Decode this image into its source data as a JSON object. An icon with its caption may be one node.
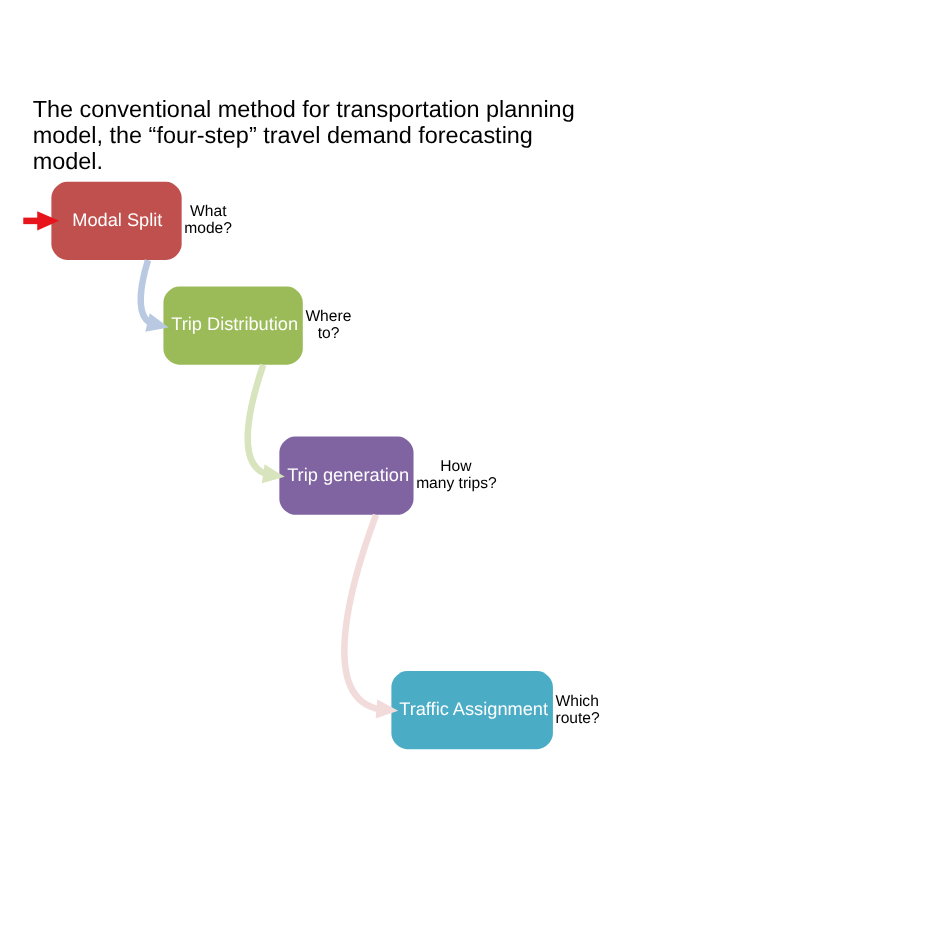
{
  "diagram": {
    "title": "The conventional method for transportation planning model, the “four-step” travel demand forecasting model.",
    "nodes": [
      {
        "text": [
          "Modal Split"
        ],
        "beside": [
          "What mode?"
        ]
      },
      {
        "text": [
          "Trip Distribution"
        ],
        "beside": [
          "Where to?"
        ]
      },
      {
        "text": [
          "Trip generation"
        ],
        "beside": [
          "How many trips?"
        ]
      },
      {
        "text": [
          "Traffic Assignment"
        ],
        "beside": [
          "Which route?"
        ]
      }
    ],
    "edges": [
      {
        "from": null,
        "to": 0,
        "arrow": "to",
        "color": "#e8141b"
      },
      {
        "from": 0,
        "to": 1,
        "arrow": "to",
        "color": "#b9c9e2"
      },
      {
        "from": 1,
        "to": 2,
        "arrow": "to",
        "color": "#d7e4bd"
      },
      {
        "from": 2,
        "to": 3,
        "arrow": "to",
        "color": "#f2dcdb"
      }
    ]
  }
}
